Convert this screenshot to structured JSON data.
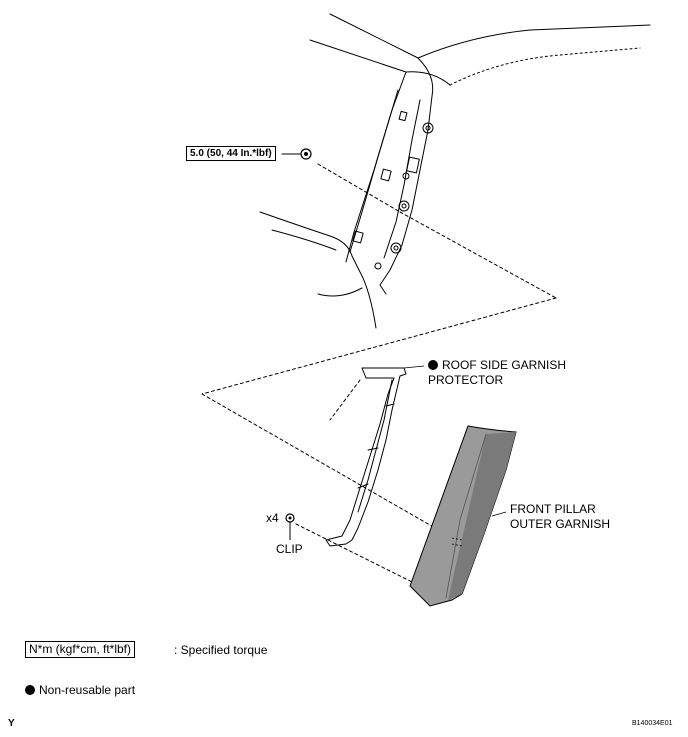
{
  "torque_spec": "5.0 (50, 44 In.*lbf)",
  "labels": {
    "roof_side_garnish_protector": [
      "ROOF SIDE GARNISH",
      "PROTECTOR"
    ],
    "front_pillar_outer_garnish": [
      "FRONT PILLAR",
      "OUTER GARNISH"
    ],
    "clip": "CLIP",
    "clip_qty": "x4"
  },
  "legend": {
    "torque_units": "N*m (kgf*cm, ft*lbf)",
    "torque_desc": ": Specified torque",
    "non_reusable": "Non-reusable part"
  },
  "footer": {
    "left_mark": "Y",
    "figure_id": "B140034E01"
  },
  "colors": {
    "line": "#000000",
    "garnish_fill": "#9a9a9a",
    "garnish_shade": "#7a7a7a"
  }
}
